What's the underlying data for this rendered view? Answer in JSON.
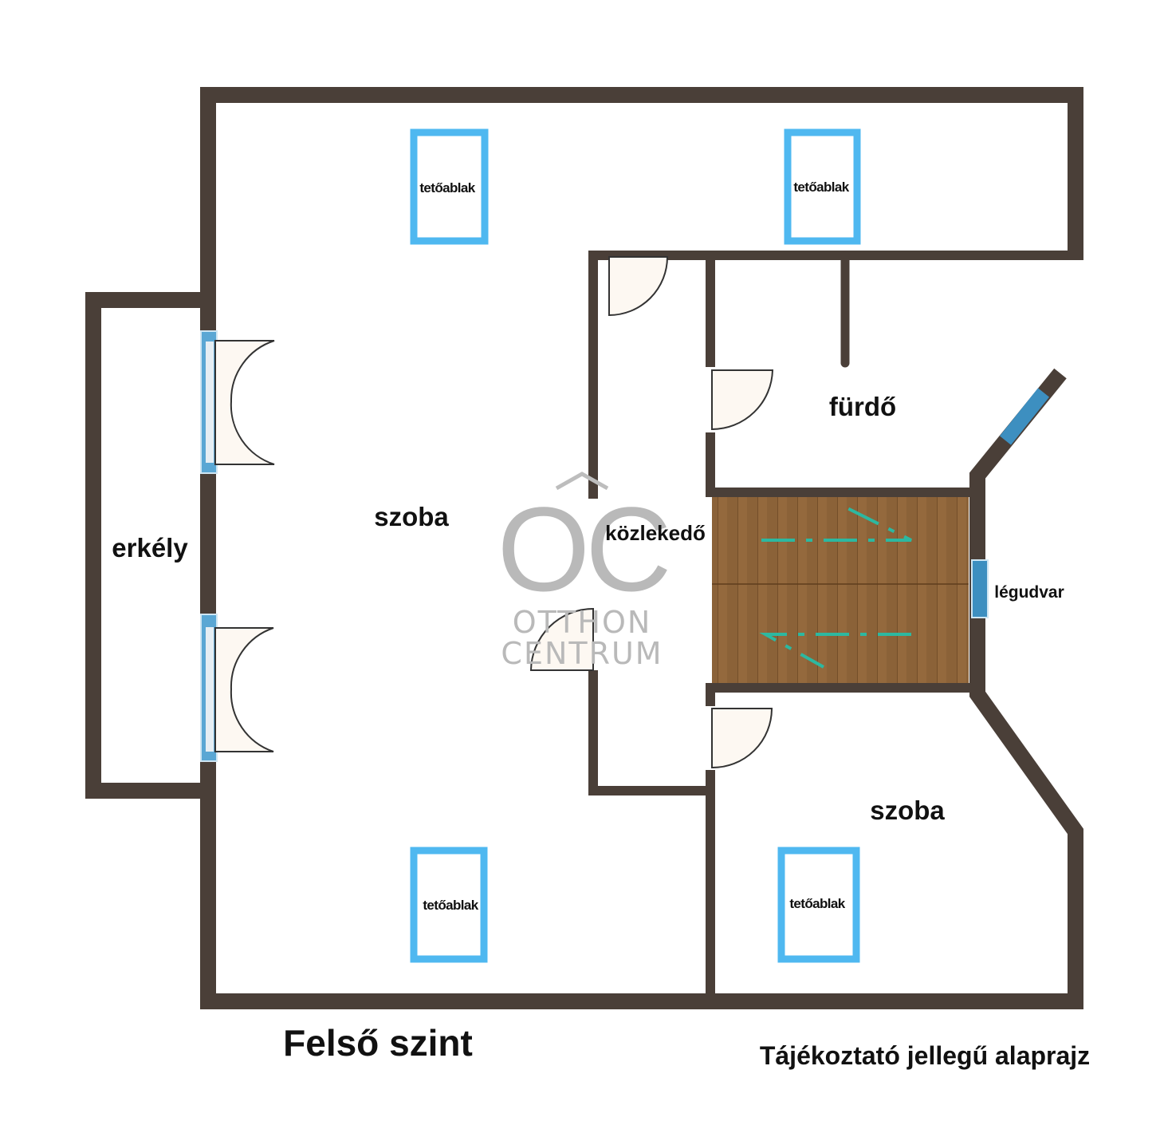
{
  "plan": {
    "title": "Felső szint",
    "note": "Tájékoztató jellegű alaprajz",
    "rooms": {
      "room_main": "szoba",
      "balcony": "erkély",
      "corridor": "közlekedő",
      "bathroom": "fürdő",
      "lightwell": "légudvar",
      "room_small": "szoba"
    },
    "skylights": [
      "tetőablak",
      "tetőablak",
      "tetőablak",
      "tetőablak"
    ]
  },
  "watermark": {
    "monogram": "ÔC",
    "line1": "OTTHON",
    "line2": "CENTRUM"
  },
  "colors": {
    "wall": "#4a3f38",
    "skylight": "#4fb8f0",
    "stairs": "#8a6238",
    "stair_arrow": "#2db8a0",
    "door_fill": "#fdf8f2"
  }
}
